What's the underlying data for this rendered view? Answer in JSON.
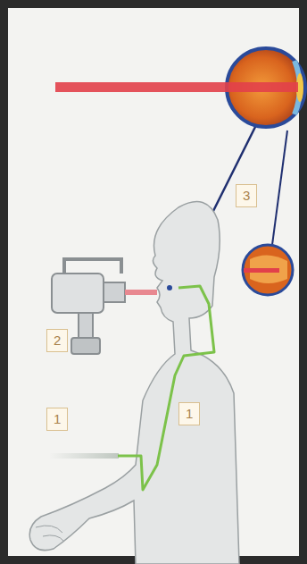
{
  "diagram": {
    "labels": [
      "3",
      "2",
      "1",
      "1"
    ]
  }
}
